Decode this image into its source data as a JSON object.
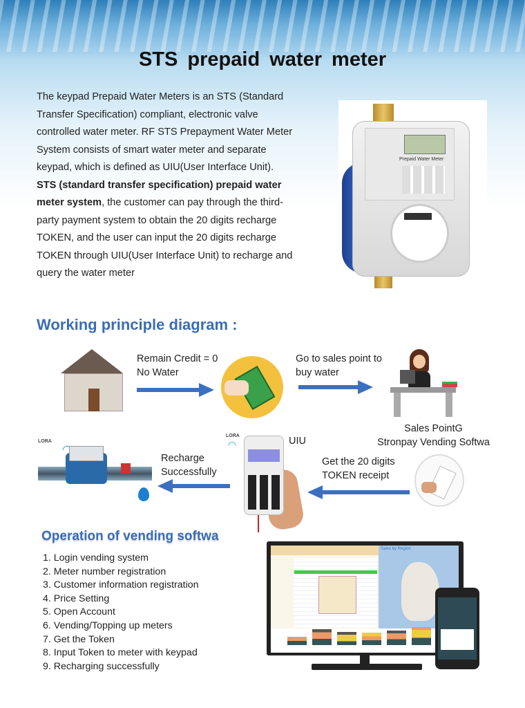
{
  "title": "STS  prepaid  water  meter",
  "intro": {
    "p1": "The keypad Prepaid Water Meters is an STS (Standard Transfer Specification) compliant, electronic valve controlled water meter. RF STS Prepayment Water Meter System consists of smart water meter and separate keypad, which is defined as UIU(User Interface Unit).",
    "p2_bold": "STS (standard transfer specification) prepaid water meter system",
    "p2_rest": ", the customer can pay through the third-party payment system to obtain the 20 digits recharge TOKEN, and the user can input the 20 digits recharge TOKEN through UIU(User Interface Unit) to recharge and query the water meter"
  },
  "meter_image": {
    "label": "Prepaid Water Meter"
  },
  "diagram": {
    "heading": "Working principle diagram :",
    "step1": [
      "Remain Credit = 0",
      "No Water"
    ],
    "step2": [
      "Go to sales point to",
      "buy water"
    ],
    "sales_point": [
      "Sales PointG",
      "Stronpay Vending Softwa"
    ],
    "step3": [
      "Get the 20 digits",
      "TOKEN receipt"
    ],
    "uiu": "UIU",
    "step4": [
      "Recharge",
      "Successfully"
    ],
    "lora": "LORA"
  },
  "operation": {
    "heading": "Operation of vending softwa",
    "steps": [
      "1. Login vending system",
      "2. Meter number registration",
      "3. Customer information registration",
      "4. Price Setting",
      "5. Open Account",
      "6. Vending/Topping up meters",
      "7. Get the Token",
      "8. Input Token to meter with keypad",
      "9. Recharging successfully"
    ],
    "screen_title": "Sales by Region"
  },
  "colors": {
    "accent": "#3a6db5",
    "arrow": "#3d6fc0"
  }
}
